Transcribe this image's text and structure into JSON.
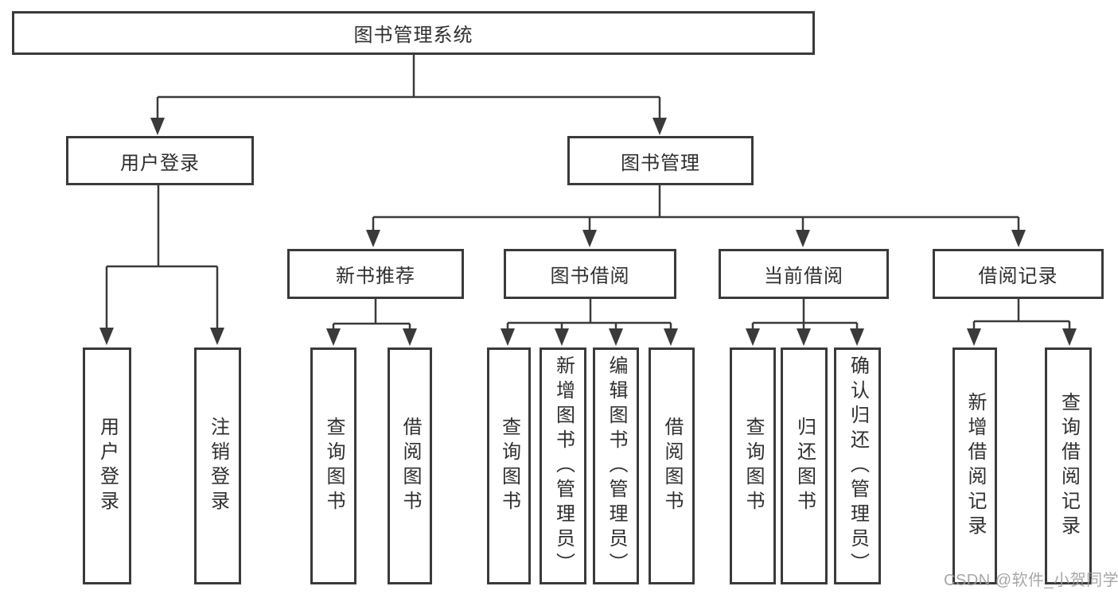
{
  "diagram": {
    "type": "tree",
    "title_node": "图书管理系统",
    "colors": {
      "background": "#ffffff",
      "line": "#3a3a3a",
      "box_border": "#3a3a3a",
      "box_fill": "#ffffff",
      "text": "#2f2f2f",
      "watermark": "#9e9e9e"
    }
  },
  "nodes": {
    "root": {
      "label": "图书管理系统"
    },
    "user_login": {
      "label": "用户登录"
    },
    "book_management": {
      "label": "图书管理"
    },
    "new_book_recommend": {
      "label": "新书推荐"
    },
    "book_borrowing": {
      "label": "图书借阅"
    },
    "current_borrowing": {
      "label": "当前借阅"
    },
    "borrowing_records": {
      "label": "借阅记录"
    },
    "user_login_leaf": {
      "label": "用户登录"
    },
    "logout_leaf": {
      "label": "注销登录"
    },
    "nbr_query_books": {
      "label": "查询图书"
    },
    "nbr_borrow_books": {
      "label": "借阅图书"
    },
    "bb_query_books": {
      "label": "查询图书"
    },
    "bb_add_books": {
      "label": "新增图书（管理员）"
    },
    "bb_edit_books": {
      "label": "编辑图书（管理员）"
    },
    "bb_borrow_books": {
      "label": "借阅图书"
    },
    "cb_query_books": {
      "label": "查询图书"
    },
    "cb_return_books": {
      "label": "归还图书"
    },
    "cb_confirm_return": {
      "label": "确认归还（管理员）"
    },
    "br_add_record": {
      "label": "新增借阅记录"
    },
    "br_query_record": {
      "label": "查询借阅记录"
    }
  },
  "edges": [
    {
      "from": "root",
      "to": "user_login"
    },
    {
      "from": "root",
      "to": "book_management"
    },
    {
      "from": "user_login",
      "to": "user_login_leaf"
    },
    {
      "from": "user_login",
      "to": "logout_leaf"
    },
    {
      "from": "book_management",
      "to": "new_book_recommend"
    },
    {
      "from": "book_management",
      "to": "book_borrowing"
    },
    {
      "from": "book_management",
      "to": "current_borrowing"
    },
    {
      "from": "book_management",
      "to": "borrowing_records"
    },
    {
      "from": "new_book_recommend",
      "to": "nbr_query_books"
    },
    {
      "from": "new_book_recommend",
      "to": "nbr_borrow_books"
    },
    {
      "from": "book_borrowing",
      "to": "bb_query_books"
    },
    {
      "from": "book_borrowing",
      "to": "bb_add_books"
    },
    {
      "from": "book_borrowing",
      "to": "bb_edit_books"
    },
    {
      "from": "book_borrowing",
      "to": "bb_borrow_books"
    },
    {
      "from": "current_borrowing",
      "to": "cb_query_books"
    },
    {
      "from": "current_borrowing",
      "to": "cb_return_books"
    },
    {
      "from": "current_borrowing",
      "to": "cb_confirm_return"
    },
    {
      "from": "borrowing_records",
      "to": "br_add_record"
    },
    {
      "from": "borrowing_records",
      "to": "br_query_record"
    }
  ],
  "watermark": {
    "text": "CSDN @软件_小贺同学"
  }
}
